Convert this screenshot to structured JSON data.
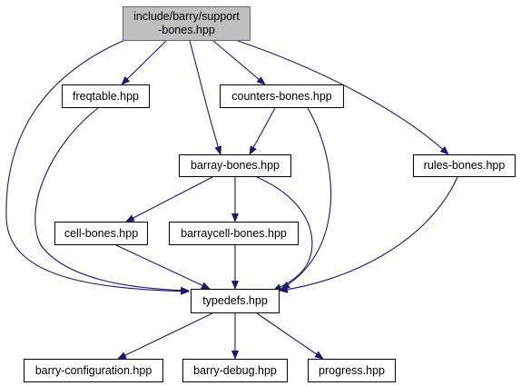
{
  "diagram": {
    "root": {
      "line1": "include/barry/support",
      "line2": "-bones.hpp"
    },
    "nodes": {
      "freqtable": "freqtable.hpp",
      "counters_bones": "counters-bones.hpp",
      "barray_bones": "barray-bones.hpp",
      "rules_bones": "rules-bones.hpp",
      "cell_bones": "cell-bones.hpp",
      "barraycell_bones": "barraycell-bones.hpp",
      "typedefs": "typedefs.hpp",
      "barry_configuration": "barry-configuration.hpp",
      "barry_debug": "barry-debug.hpp",
      "progress": "progress.hpp"
    },
    "edge_color": "#191970",
    "edges": [
      [
        "root",
        "freqtable"
      ],
      [
        "root",
        "barray_bones"
      ],
      [
        "root",
        "counters_bones"
      ],
      [
        "root",
        "rules_bones"
      ],
      [
        "root",
        "typedefs"
      ],
      [
        "freqtable",
        "typedefs"
      ],
      [
        "counters_bones",
        "barray_bones"
      ],
      [
        "counters_bones",
        "typedefs"
      ],
      [
        "barray_bones",
        "cell_bones"
      ],
      [
        "barray_bones",
        "barraycell_bones"
      ],
      [
        "barray_bones",
        "typedefs"
      ],
      [
        "rules_bones",
        "typedefs"
      ],
      [
        "cell_bones",
        "typedefs"
      ],
      [
        "barraycell_bones",
        "typedefs"
      ],
      [
        "typedefs",
        "barry_configuration"
      ],
      [
        "typedefs",
        "barry_debug"
      ],
      [
        "typedefs",
        "progress"
      ]
    ]
  }
}
